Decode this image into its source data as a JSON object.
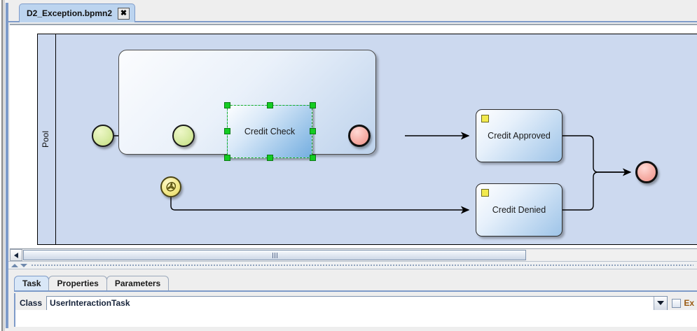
{
  "window": {
    "document_tab": {
      "label": "D2_Exception.bpmn2",
      "close_glyph": "✖"
    }
  },
  "diagram": {
    "pool_label": "Pool",
    "subprocess": {
      "collapse_marker": "minus",
      "start_event_name": "start-event",
      "end_event_name": "end-event",
      "task": {
        "label": "Credit Check",
        "selected": true
      },
      "boundary_event": {
        "name": "error-boundary-event",
        "glyph": "✇"
      }
    },
    "tasks": [
      {
        "label": "Credit Approved",
        "marker": "user-task-marker"
      },
      {
        "label": "Credit Denied",
        "marker": "user-task-marker"
      }
    ],
    "final_end_event_name": "end-event"
  },
  "scrollbar": {
    "left_arrow": "scroll-left",
    "grip": "scroll-thumb-grip"
  },
  "splitter": {
    "collapse_up": "collapse-up",
    "collapse_down": "collapse-down"
  },
  "properties": {
    "tabs": [
      {
        "label": "Task",
        "active": true
      },
      {
        "label": "Properties",
        "active": false
      },
      {
        "label": "Parameters",
        "active": false
      }
    ],
    "class_field": {
      "label": "Class",
      "value": "UserInteractionTask",
      "placeholder": ""
    },
    "checkbox": {
      "label": "Ex",
      "checked": false
    }
  }
}
